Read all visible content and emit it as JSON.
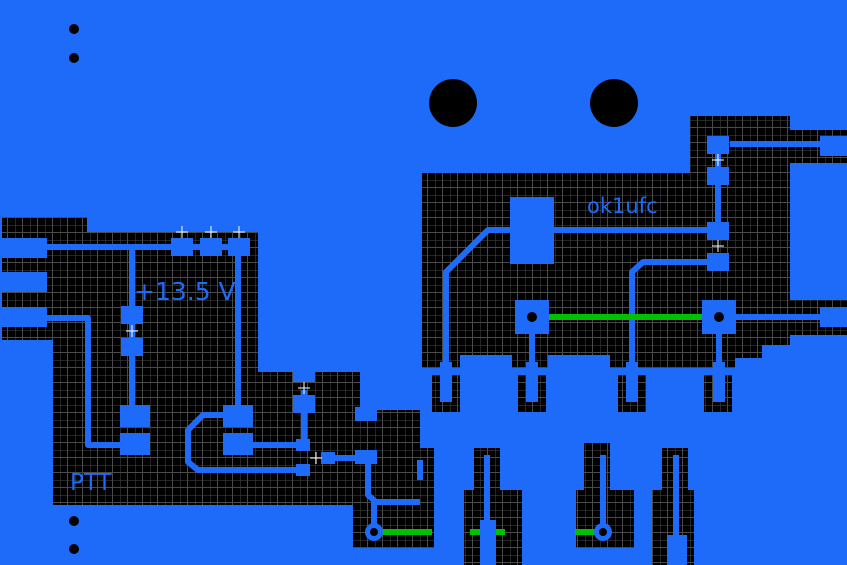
{
  "colors": {
    "copper": "#1e6bfa",
    "substrate": "#000000",
    "grid": "#4a4a4a",
    "ratsnest": "#00c000",
    "cursor_marks": "#ffffff"
  },
  "silkscreen": {
    "supply_label": "+13.5 V",
    "ptt_label": "PTT",
    "author_label": "ok1ufc"
  }
}
